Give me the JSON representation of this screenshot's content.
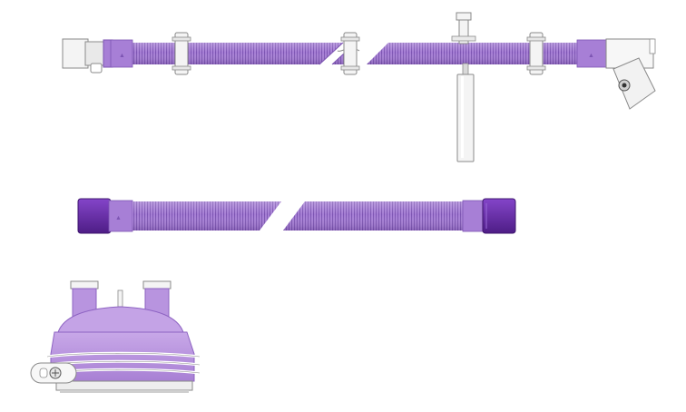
{
  "illustration": {
    "components": [
      {
        "id": "breathing-circuit",
        "parts": [
          "patient-wye-connector",
          "corrugated-tube",
          "tube-clips",
          "water-trap",
          "elbow-connector"
        ]
      },
      {
        "id": "heated-tube",
        "parts": [
          "connector-cuff-left",
          "corrugated-tube",
          "connector-cuff-right"
        ]
      },
      {
        "id": "humidifier-chamber",
        "parts": [
          "inlet-port",
          "outlet-port",
          "float-stem",
          "chamber-body",
          "clip-latch",
          "base-plate"
        ]
      }
    ]
  },
  "colors": {
    "tube": "#a77fd6",
    "tube_dark": "#8d63c2",
    "tube_rib": "#7d55b3",
    "cuff": "#6c2fb0",
    "cuff_dark": "#4e1d86",
    "chamber": "#b894df",
    "plastic": "#f2f2f2",
    "outline": "#8a8a8a"
  }
}
